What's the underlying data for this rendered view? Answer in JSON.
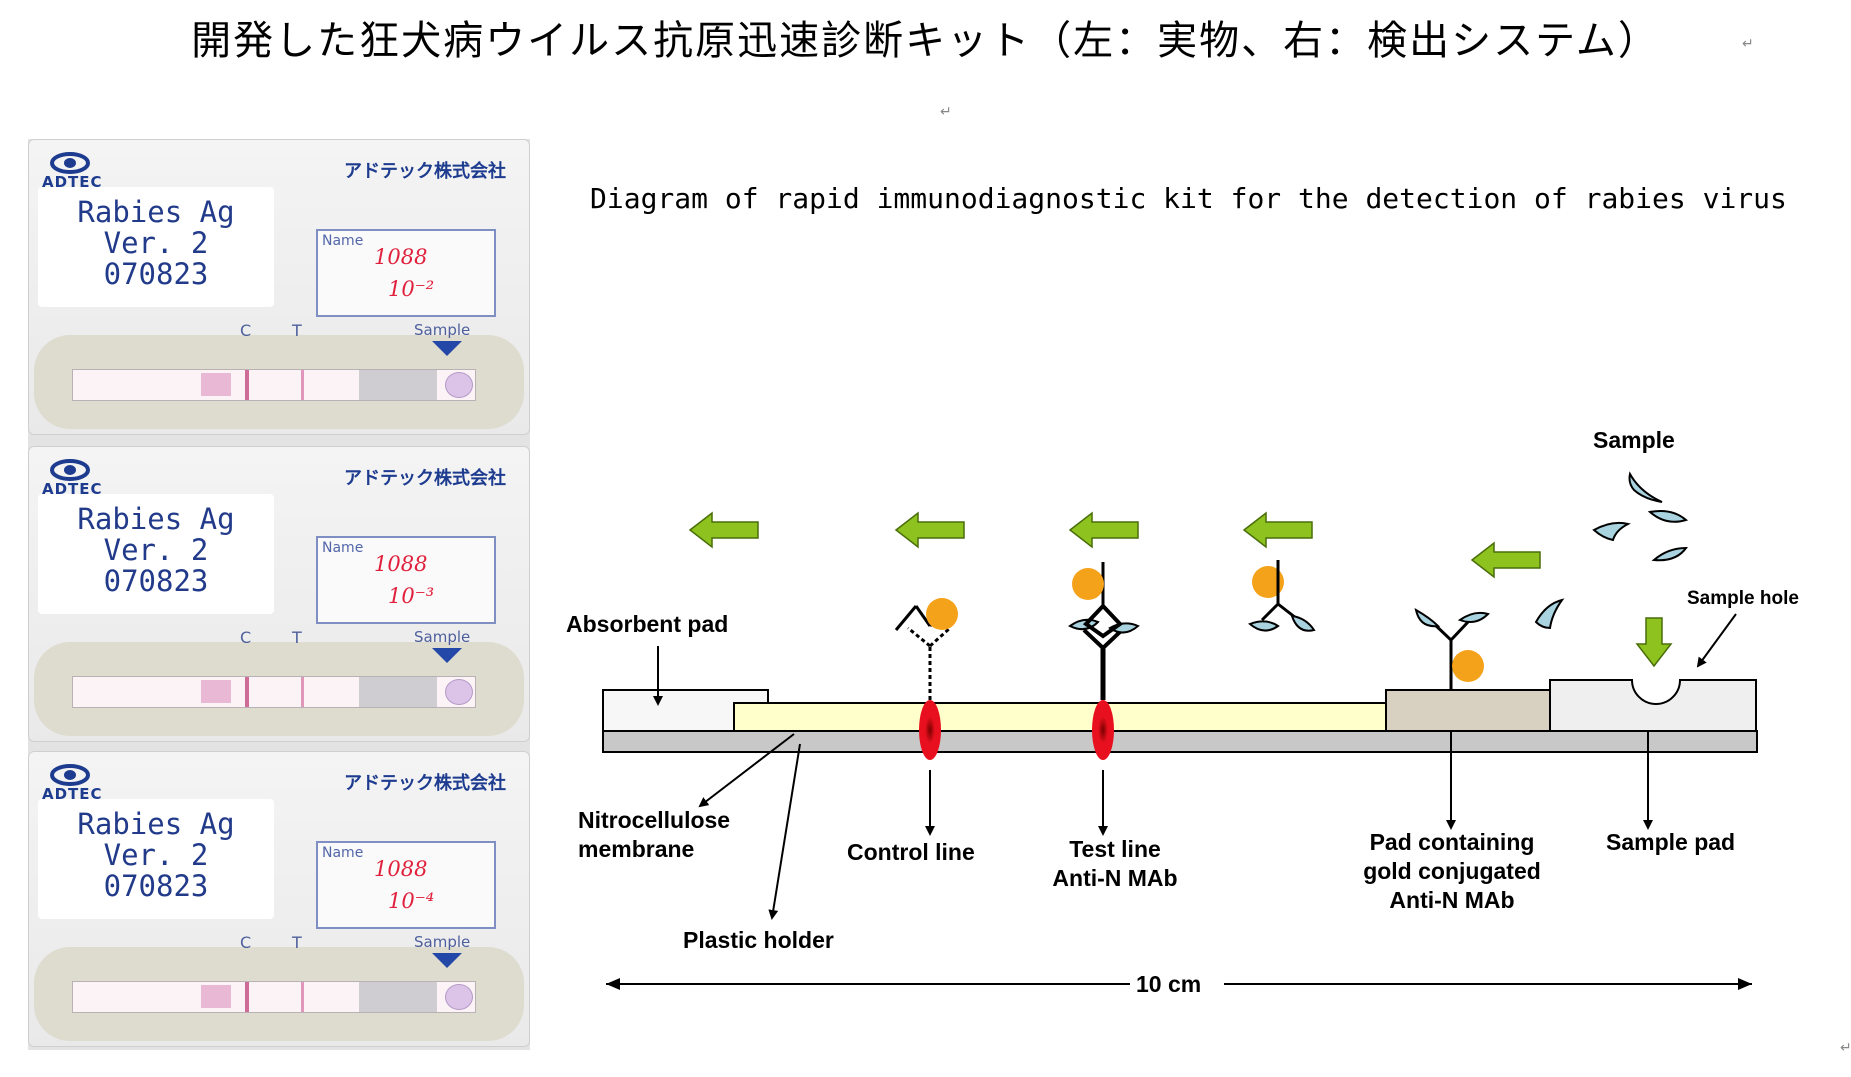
{
  "page_title": "開発した狂犬病ウイルス抗原迅速診断キット（左：実物、右：検出システム）",
  "return_mark": "↵",
  "kits": [
    {
      "logo": "ADTEC",
      "company": "アドテック株式会社",
      "label_lines": [
        "Rabies Ag",
        "Ver. 2",
        "070823"
      ],
      "name_caption": "Name",
      "handwriting_line1": "1088",
      "handwriting_line2": "10⁻²",
      "marker_c": "C",
      "marker_t": "T",
      "sample_label": "Sample"
    },
    {
      "logo": "ADTEC",
      "company": "アドテック株式会社",
      "label_lines": [
        "Rabies Ag",
        "Ver. 2",
        "070823"
      ],
      "name_caption": "Name",
      "handwriting_line1": "1088",
      "handwriting_line2": "10⁻³",
      "marker_c": "C",
      "marker_t": "T",
      "sample_label": "Sample"
    },
    {
      "logo": "ADTEC",
      "company": "アドテック株式会社",
      "label_lines": [
        "Rabies Ag",
        "Ver. 2",
        "070823"
      ],
      "name_caption": "Name",
      "handwriting_line1": "1088",
      "handwriting_line2": "10⁻⁴",
      "marker_c": "C",
      "marker_t": "T",
      "sample_label": "Sample"
    }
  ],
  "diagram": {
    "title": "Diagram of rapid immunodiagnostic kit for the detection of rabies virus",
    "labels": {
      "sample": "Sample",
      "sample_hole": "Sample hole",
      "absorbent_pad": "Absorbent pad",
      "nitrocellulose_line1": "Nitrocellulose",
      "nitrocellulose_line2": "membrane",
      "plastic_holder": "Plastic holder",
      "control_line": "Control line",
      "test_line_line1": "Test line",
      "test_line_line2": "Anti-N MAb",
      "gold_pad_line1": "Pad containing",
      "gold_pad_line2": "gold conjugated",
      "gold_pad_line3": "Anti-N MAb",
      "sample_pad": "Sample pad",
      "scale": "10 cm"
    },
    "colors": {
      "flow_arrow": "#8dc21f",
      "gold_particle": "#f5a21b",
      "antigen": "#a8d3df",
      "capture_line": "#e8101e",
      "membrane": "#ffffcc",
      "gold_pad": "#d8d0c0",
      "holder": "#c8c8c8"
    }
  }
}
